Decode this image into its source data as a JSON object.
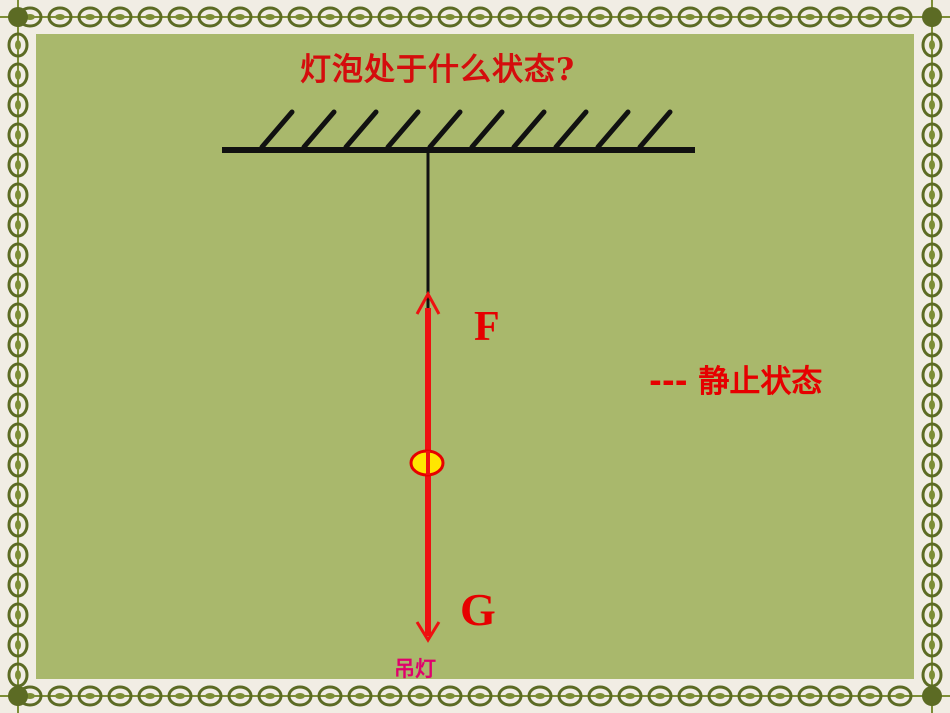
{
  "question": "灯泡处于什么状态?",
  "force_up_label": "F",
  "force_down_label": "G",
  "state_answer": "--- 静止状态",
  "object_label": "吊灯",
  "colors": {
    "background": "#a9b86c",
    "frame_vine": "#5c6b24",
    "frame_leaf": "#7d8e36",
    "frame_bg": "#f1ede4",
    "title": "#d40d0d",
    "force_arrow": "#ee1111",
    "lamp_fill": "#ffe600",
    "lamp_label": "#e0006c"
  }
}
